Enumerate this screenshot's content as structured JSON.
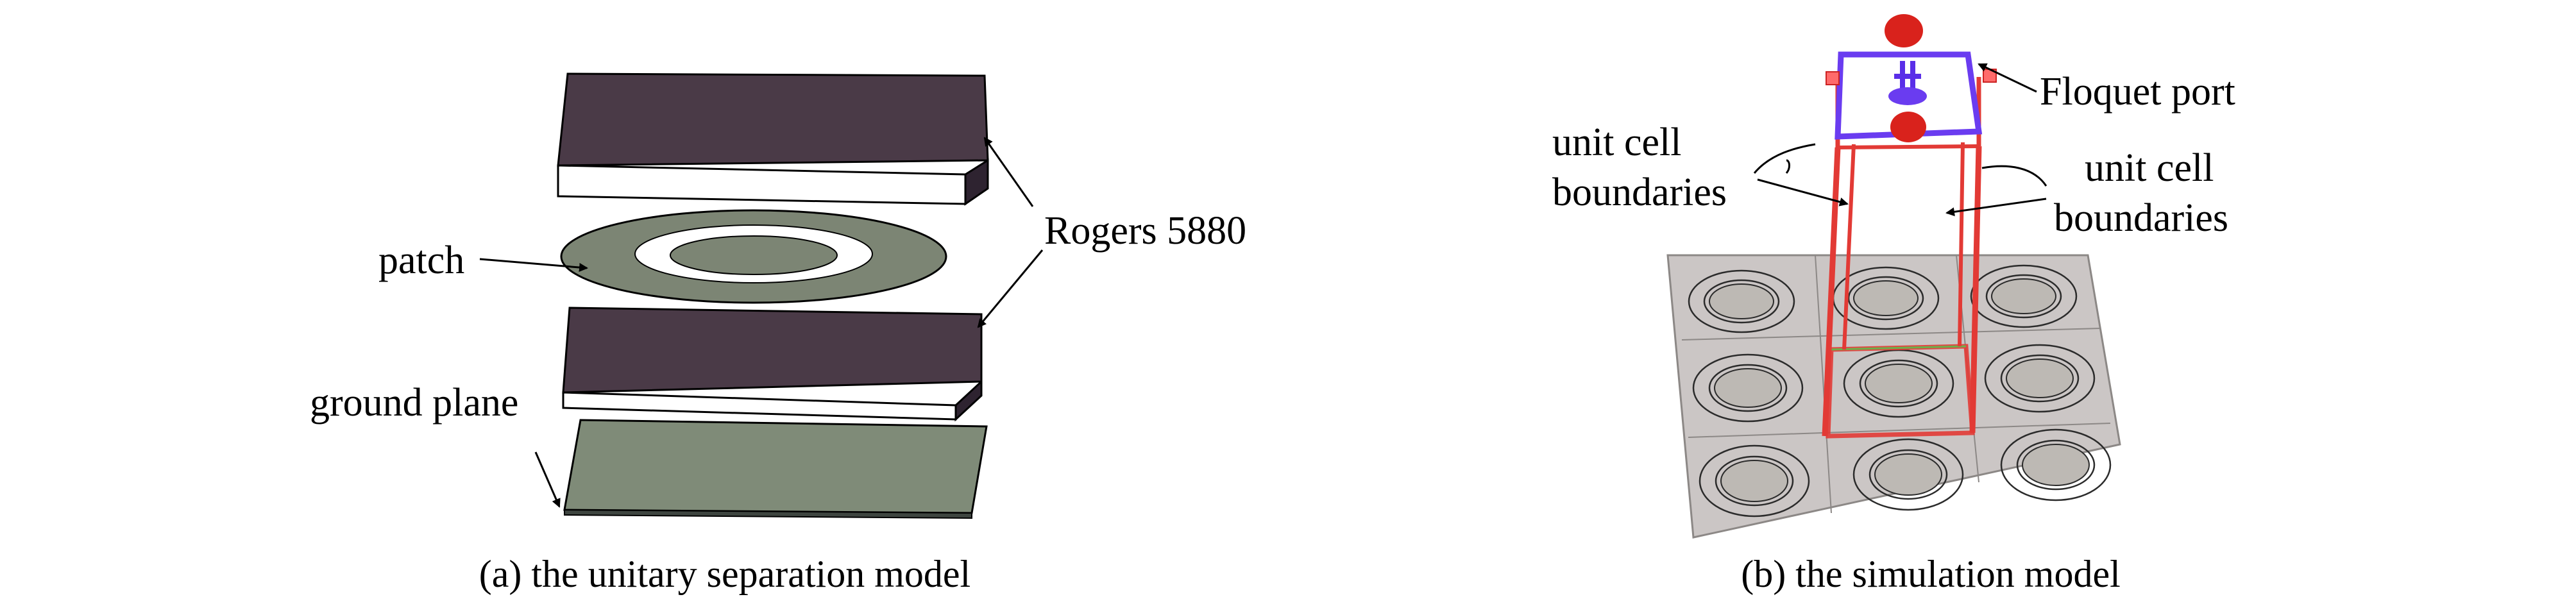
{
  "panel_a": {
    "labels": {
      "patch": "patch",
      "ground_plane": "ground plane",
      "substrate": "Rogers 5880"
    },
    "caption": "(a) the unitary separation model",
    "colors": {
      "substrate_top": "#4a3a47",
      "substrate_side": "#ffffff",
      "patch": "#7c8574",
      "ground": "#7f8b78"
    }
  },
  "panel_b": {
    "labels": {
      "floquet_port": "Floquet port",
      "unit_cell_left_line1": "unit cell",
      "unit_cell_left_line2": "boundaries",
      "unit_cell_right_line1": "unit cell",
      "unit_cell_right_line2": "boundaries"
    },
    "caption": "(b) the simulation model",
    "colors": {
      "array_base": "#cbc6c5",
      "boundary_red": "#e23a35",
      "port_blue": "#6a3cf0",
      "port_marker": "#d9221c"
    }
  }
}
